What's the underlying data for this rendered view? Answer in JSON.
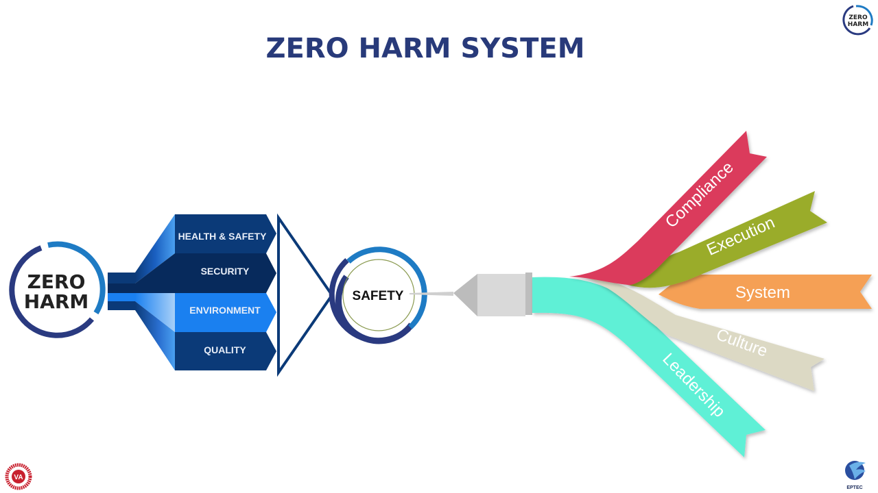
{
  "slide": {
    "title": "ZERO HARM SYSTEM"
  },
  "left_emblem": {
    "line1": "ZERO",
    "line2": "HARM"
  },
  "pillars": [
    {
      "label": "HEALTH & SAFETY",
      "color": "#0b3a78"
    },
    {
      "label": "SECURITY",
      "color": "#072a5c"
    },
    {
      "label": "ENVIRONMENT",
      "color": "#1a80f0"
    },
    {
      "label": "QUALITY",
      "color": "#0b3a78"
    }
  ],
  "center_emblem": {
    "label": "SAFETY"
  },
  "ribbons": [
    {
      "label": "Compliance",
      "color": "#db3a5c"
    },
    {
      "label": "Execution",
      "color": "#9aac2a"
    },
    {
      "label": "System",
      "color": "#f5a055"
    },
    {
      "label": "Culture",
      "color": "#dcd9c4"
    },
    {
      "label": "Leadership",
      "color": "#5ef0d6"
    }
  ],
  "logos": {
    "top_right": {
      "line1": "ZERO",
      "line2": "HARM"
    },
    "bottom_left": {
      "mark": "VA"
    },
    "bottom_right": {
      "text": "EPTEC"
    }
  },
  "colors": {
    "title": "#283a7a",
    "ring_light": "#1e7bc4",
    "ring_dark": "#2a3a80",
    "navy": "#0b3a78"
  }
}
